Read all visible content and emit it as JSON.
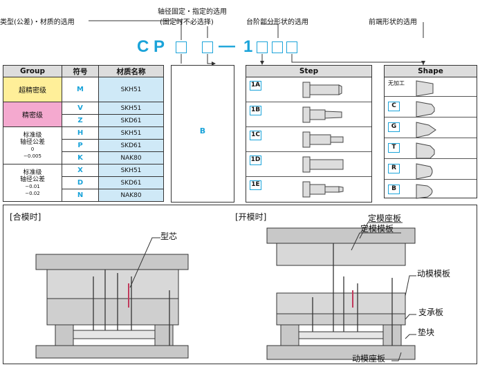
{
  "header": {
    "type_label": "类型(公差)・材质的选用",
    "dia_label_1": "轴径固定・指定的选用",
    "dia_label_2": "(固定时不必选择)",
    "step_label": "台阶部分形状的选用",
    "tip_label": "前端形状的选用",
    "code_prefix": "C P",
    "code_dash": "—",
    "code_one": "1"
  },
  "material_table": {
    "headers": [
      "Group",
      "符号",
      "材质名称"
    ],
    "groups": [
      {
        "name": "超精密级",
        "rows": [
          {
            "symbol": "M",
            "material": "SKH51"
          }
        ]
      },
      {
        "name": "精密级",
        "rows": [
          {
            "symbol": "V",
            "material": "SKH51"
          },
          {
            "symbol": "Z",
            "material": "SKD61"
          }
        ]
      },
      {
        "name_lines": [
          "标准级",
          "轴径公差",
          "0",
          "−0.005"
        ],
        "rows": [
          {
            "symbol": "H",
            "material": "SKH51"
          },
          {
            "symbol": "P",
            "material": "SKD61"
          },
          {
            "symbol": "K",
            "material": "NAK80"
          }
        ]
      },
      {
        "name_lines": [
          "标准级",
          "轴径公差",
          "−0.01",
          "−0.02"
        ],
        "rows": [
          {
            "symbol": "X",
            "material": "SKH51"
          },
          {
            "symbol": "D",
            "material": "SKD61"
          },
          {
            "symbol": "N",
            "material": "NAK80"
          }
        ]
      }
    ]
  },
  "b_panel": {
    "label": "B"
  },
  "step_panel": {
    "title": "Step",
    "options": [
      "1A",
      "1B",
      "1C",
      "1D",
      "1E"
    ]
  },
  "shape_panel": {
    "title": "Shape",
    "first_label": "无加工",
    "options": [
      "C",
      "G",
      "T",
      "R",
      "B"
    ]
  },
  "mold": {
    "closed_title": "[合模时]",
    "open_title": "[开模时]",
    "core_label": "型芯",
    "labels": [
      "定模座板",
      "定模模板",
      "动模模板",
      "支承板",
      "垫块",
      "动模座板"
    ]
  }
}
